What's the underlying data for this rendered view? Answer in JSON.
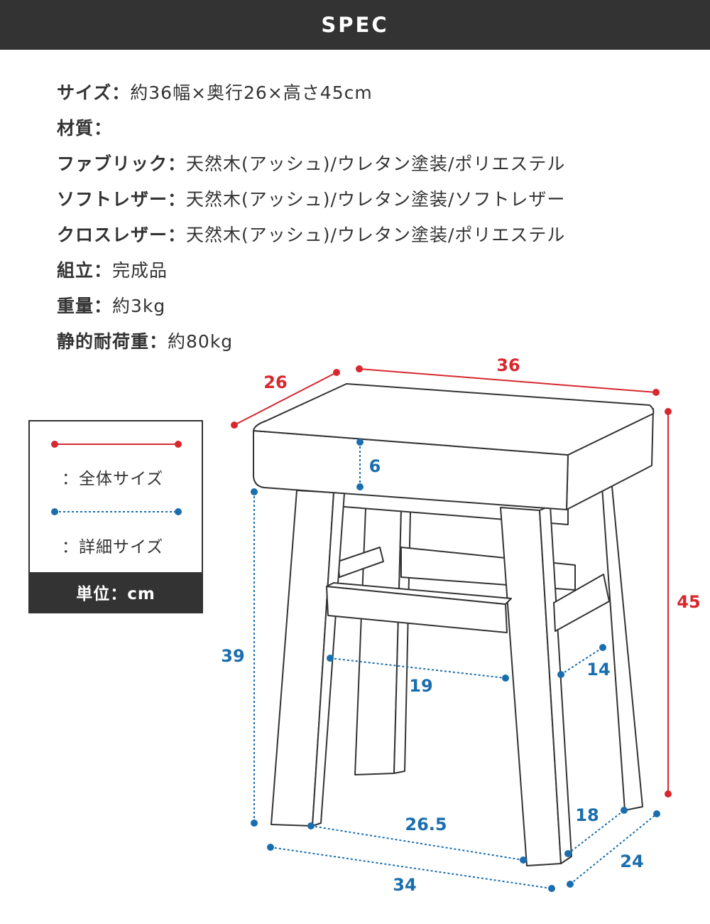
{
  "header": {
    "title": "SPEC"
  },
  "specs": [
    {
      "label": "サイズ：",
      "value": "約36幅×奥行26×高さ45cm"
    },
    {
      "label": "材質：",
      "value": ""
    },
    {
      "label": "ファブリック：",
      "value": "天然木(アッシュ)/ウレタン塗装/ポリエステル"
    },
    {
      "label": "ソフトレザー：",
      "value": "天然木(アッシュ)/ウレタン塗装/ソフトレザー"
    },
    {
      "label": "クロスレザー：",
      "value": "天然木(アッシュ)/ウレタン塗装/ポリエステル"
    },
    {
      "label": "組立：",
      "value": "完成品"
    },
    {
      "label": "重量：",
      "value": "約3kg"
    },
    {
      "label": "静的耐荷重：",
      "value": "約80kg"
    }
  ],
  "legend": {
    "overall": "：全体サイズ",
    "detail": "：詳細サイズ",
    "unit": "単位：cm"
  },
  "colors": {
    "overall": "#d7282f",
    "detail": "#1b6eae",
    "dark": "#333333"
  },
  "dimensions": {
    "overall": {
      "depth": "26",
      "width": "36",
      "height": "45"
    },
    "detail": {
      "seat_thickness": "6",
      "leg_height": "39",
      "inner_front": "19",
      "inner_side": "14",
      "bottom_front_inner": "26.5",
      "bottom_side_inner": "18",
      "bottom_front": "34",
      "bottom_side": "24"
    }
  }
}
